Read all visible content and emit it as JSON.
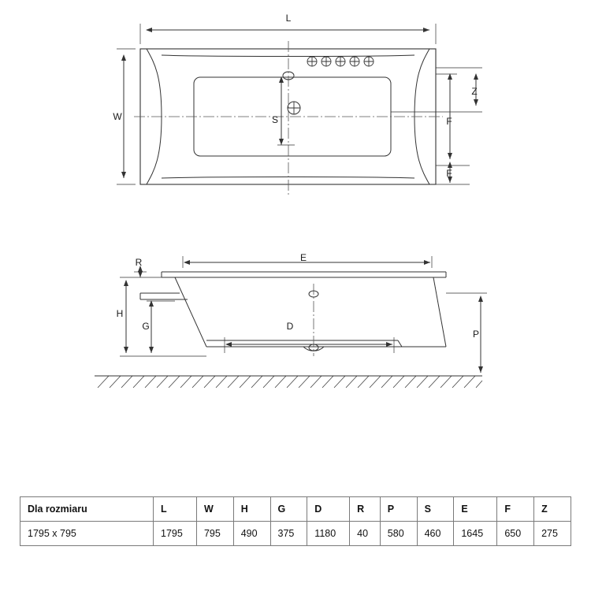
{
  "drawing": {
    "title": "bathtub-technical-drawing",
    "top_view": {
      "dimension_labels": [
        "L",
        "W",
        "S",
        "Z",
        "F",
        "F"
      ],
      "L": "L",
      "W": "W",
      "S": "S",
      "Z": "Z",
      "F1": "F",
      "F2": "F"
    },
    "side_view": {
      "dimension_labels": [
        "E",
        "R",
        "H",
        "G",
        "D",
        "P"
      ],
      "E": "E",
      "R": "R",
      "H": "H",
      "G": "G",
      "D": "D",
      "P": "P"
    }
  },
  "table": {
    "headers": [
      "Dla rozmiaru",
      "L",
      "W",
      "H",
      "G",
      "D",
      "R",
      "P",
      "S",
      "E",
      "F",
      "Z"
    ],
    "rows": [
      [
        "1795 x 795",
        "1795",
        "795",
        "490",
        "375",
        "1180",
        "40",
        "580",
        "460",
        "1645",
        "650",
        "275"
      ]
    ]
  }
}
